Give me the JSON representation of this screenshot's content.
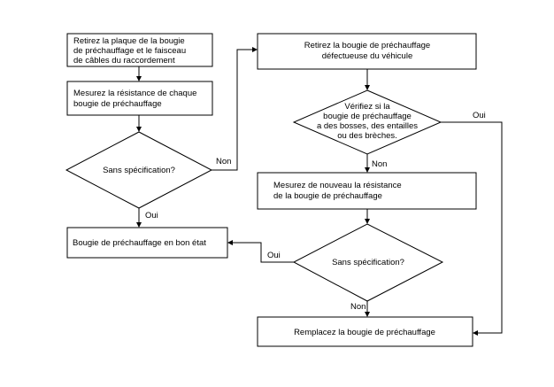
{
  "nodes": {
    "remove_plate": {
      "lines": [
        "Retirez la plaque de la bougie",
        "de préchauffage et le faisceau",
        "de câbles du raccordement"
      ]
    },
    "measure_each": {
      "lines": [
        "Mesurez la résistance de chaque",
        "bougie de préchauffage"
      ]
    },
    "spec_check_1": {
      "lines": [
        "Sans spécification?"
      ]
    },
    "good_state": {
      "lines": [
        "Bougie de préchauffage en bon état"
      ]
    },
    "remove_faulty": {
      "lines": [
        "Retirez la bougie de préchauffage",
        "défectueuse du véhicule"
      ]
    },
    "inspect_damage": {
      "lines": [
        "Vérifiez si la",
        "bougie de préchauffage",
        "a des bosses, des entailles",
        "ou des brèches."
      ]
    },
    "measure_again": {
      "lines": [
        "Mesurez de nouveau la résistance",
        "de la bougie de préchauffage"
      ]
    },
    "spec_check_2": {
      "lines": [
        "Sans spécification?"
      ]
    },
    "replace": {
      "lines": [
        "Remplacez la bougie de préchauffage"
      ]
    }
  },
  "edge_labels": {
    "non_1": "Non",
    "oui_1": "Oui",
    "oui_2": "Oui",
    "non_2": "Non",
    "oui_3": "Oui",
    "non_3": "Non"
  }
}
